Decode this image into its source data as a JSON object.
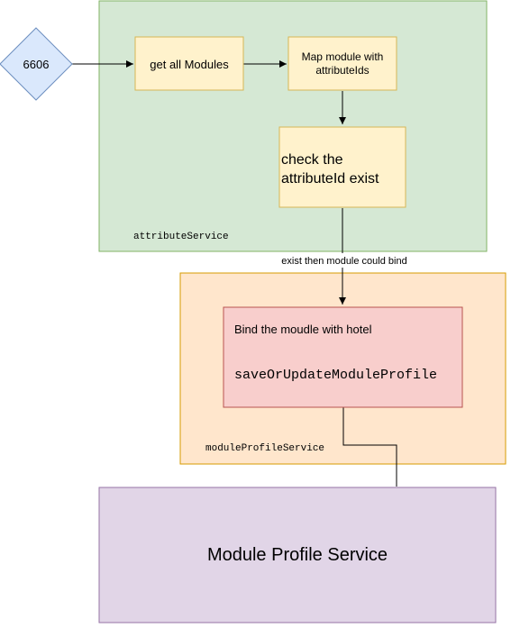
{
  "containers": {
    "attribute_service": {
      "label": "attributeService",
      "fill": "#d5e8d4",
      "stroke": "#82b366"
    },
    "module_profile_service": {
      "label": "moduleProfileService",
      "fill": "#ffe6cc",
      "stroke": "#d79b00"
    }
  },
  "nodes": {
    "start": {
      "label": "6606",
      "fill": "#dae8fc",
      "stroke": "#6c8ebf"
    },
    "get_modules": {
      "label": "get all Modules",
      "fill": "#fff2cc",
      "stroke": "#d6b656"
    },
    "map_module": {
      "line1": "Map module with",
      "line2": "attributeIds",
      "fill": "#fff2cc",
      "stroke": "#d6b656"
    },
    "check_attribute": {
      "line1": "check the",
      "line2": "attributeId exist",
      "fill": "#fff2cc",
      "stroke": "#d6b656"
    },
    "bind_module": {
      "title": "Bind the moudle with hotel",
      "method": "saveOrUpdateModuleProfile",
      "fill": "#f8cecc",
      "stroke": "#b85450"
    },
    "module_profile": {
      "label": "Module Profile Service",
      "fill": "#e1d5e7",
      "stroke": "#9673a6"
    }
  },
  "edges": {
    "check_to_bind_label": "exist then module could bind"
  }
}
